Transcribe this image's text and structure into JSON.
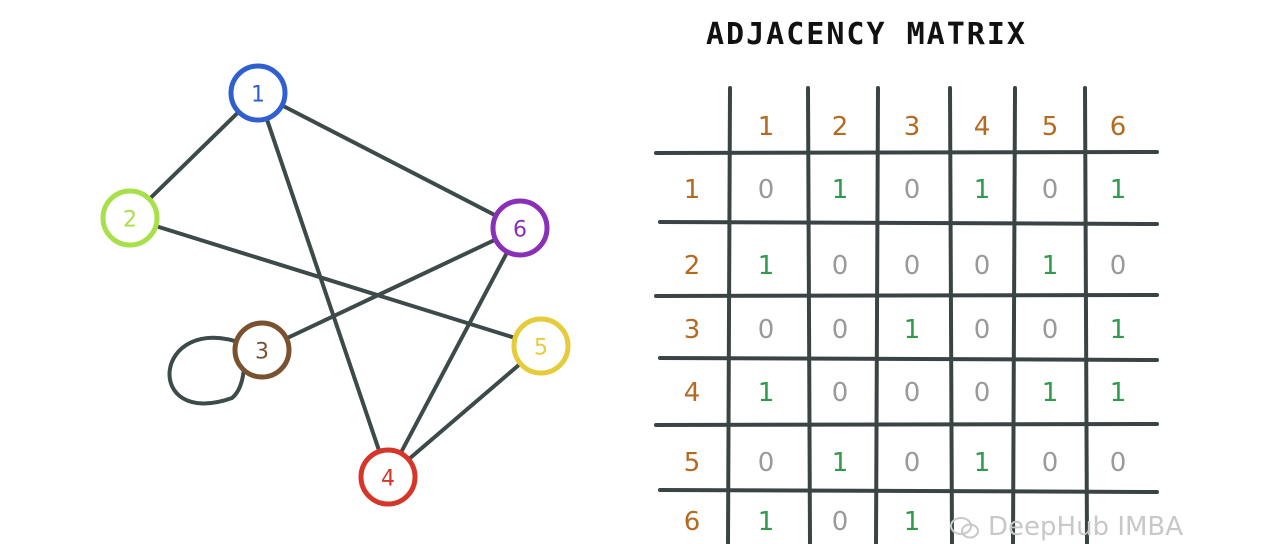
{
  "title": "ADJACENCY MATRIX",
  "graph": {
    "nodes": [
      {
        "id": "1",
        "label": "1",
        "color": "#2f5fd0"
      },
      {
        "id": "2",
        "label": "2",
        "color": "#a8e04a"
      },
      {
        "id": "3",
        "label": "3",
        "color": "#7a5230"
      },
      {
        "id": "4",
        "label": "4",
        "color": "#d6362a"
      },
      {
        "id": "5",
        "label": "5",
        "color": "#e6cc3a"
      },
      {
        "id": "6",
        "label": "6",
        "color": "#8a2fb8"
      }
    ],
    "edges": [
      [
        "1",
        "2"
      ],
      [
        "1",
        "4"
      ],
      [
        "1",
        "6"
      ],
      [
        "2",
        "5"
      ],
      [
        "3",
        "3"
      ],
      [
        "3",
        "6"
      ],
      [
        "4",
        "6"
      ],
      [
        "4",
        "5"
      ]
    ],
    "edge_color": "#3d4a4a"
  },
  "matrix": {
    "headers": [
      "1",
      "2",
      "3",
      "4",
      "5",
      "6"
    ],
    "rows": [
      {
        "label": "1",
        "values": [
          "0",
          "1",
          "0",
          "1",
          "0",
          "1"
        ]
      },
      {
        "label": "2",
        "values": [
          "1",
          "0",
          "0",
          "0",
          "1",
          "0"
        ]
      },
      {
        "label": "3",
        "values": [
          "0",
          "0",
          "1",
          "0",
          "0",
          "1"
        ]
      },
      {
        "label": "4",
        "values": [
          "1",
          "0",
          "0",
          "0",
          "1",
          "1"
        ]
      },
      {
        "label": "5",
        "values": [
          "0",
          "1",
          "0",
          "1",
          "0",
          "0"
        ]
      },
      {
        "label": "6",
        "values": [
          "1",
          "0",
          "1",
          "",
          "",
          ""
        ]
      }
    ],
    "header_color": "#b56a22",
    "one_color": "#2e9a4a",
    "zero_color": "#9a9a9a",
    "grid_color": "#3a4444"
  },
  "watermark": {
    "text": "DeepHub IMBA"
  }
}
